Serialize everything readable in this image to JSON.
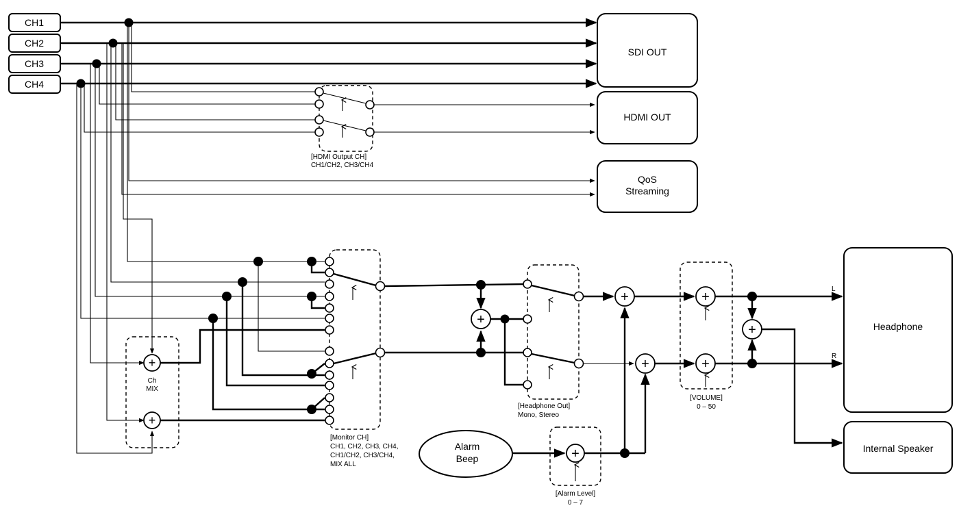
{
  "inputs": {
    "ch1": "CH1",
    "ch2": "CH2",
    "ch3": "CH3",
    "ch4": "CH4"
  },
  "outputs": {
    "sdi": "SDI OUT",
    "hdmi": "HDMI OUT",
    "qos_line1": "QoS",
    "qos_line2": "Streaming",
    "headphone": "Headphone",
    "internal_speaker": "Internal Speaker"
  },
  "source": {
    "alarm_line1": "Alarm",
    "alarm_line2": "Beep"
  },
  "settings": {
    "hdmi_output_ch": {
      "title": "[HDMI Output CH]",
      "options": "CH1/CH2, CH3/CH4"
    },
    "ch_mix": {
      "line1": "Ch",
      "line2": "MIX"
    },
    "monitor_ch": {
      "title": "[Monitor CH]",
      "line1": "CH1, CH2, CH3, CH4,",
      "line2": "CH1/CH2, CH3/CH4,",
      "line3": "MIX ALL"
    },
    "headphone_out": {
      "title": "[Headphone Out]",
      "options": "Mono, Stereo"
    },
    "volume": {
      "title": "[VOLUME]",
      "range": "0 – 50"
    },
    "alarm_level": {
      "title": "[Alarm Level]",
      "range": "0 – 7"
    }
  },
  "channel_labels": {
    "left": "L",
    "right": "R"
  }
}
